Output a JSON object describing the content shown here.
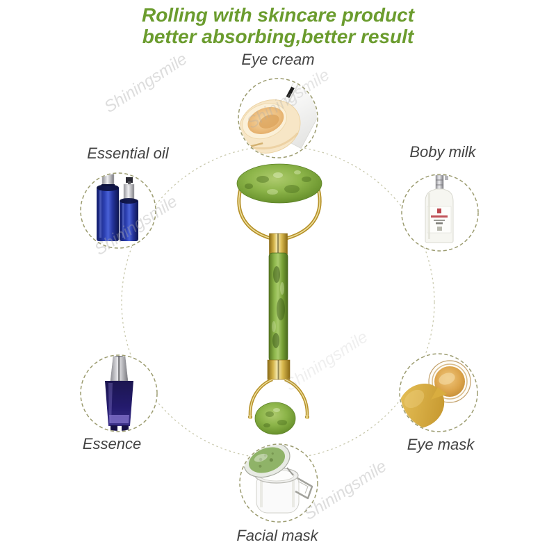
{
  "title": {
    "line1": "Rolling with skincare product",
    "line2": "better absorbing,better result"
  },
  "watermark": {
    "text": "Shiningsmile"
  },
  "products": {
    "eye_cream": {
      "label": "Eye cream"
    },
    "essential_oil": {
      "label": "Essential oil"
    },
    "boby_milk": {
      "label": "Boby milk"
    },
    "essence": {
      "label": "Essence"
    },
    "eye_mask": {
      "label": "Eye mask"
    },
    "facial_mask": {
      "label": "Facial mask"
    }
  },
  "colors": {
    "title_green": "#6b9c2e",
    "label_gray": "#434343",
    "dashed_circle_olive": "#9c9c70",
    "connector_circle": "#c8c8ac",
    "jade_green": "#7da43f",
    "gold": "#c9a227",
    "cobalt_blue_bottles": "#2135a8",
    "navy_essence": "#241b6e",
    "gold_cream": "#dca44b",
    "peach_cream": "#e8b56f"
  }
}
